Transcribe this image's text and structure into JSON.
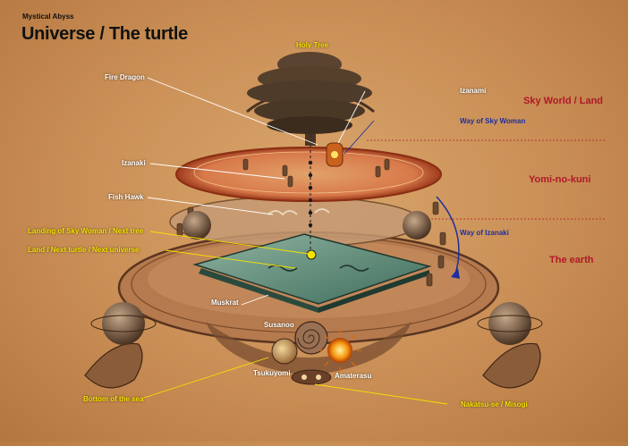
{
  "header": {
    "subtitle": "Mystical Abyss",
    "title": "Universe / The turtle"
  },
  "labels": {
    "holy_tree": "Holy Tree",
    "fire_dragon": "Fire Dragon",
    "izanami": "Izanami",
    "way_of_sky_woman": "Way of Sky Woman",
    "izanaki": "Izanaki",
    "fish_hawk": "Fish Hawk",
    "way_of_izanaki": "Way of Izanaki",
    "landing_of_sky_woman": "Landing of Sky Woman / Next tree",
    "land_next_turtle": "Land / Next turtle / Next universe",
    "muskrat": "Muskrat",
    "susanoo": "Susanoo",
    "tsukuyomi": "Tsukuyomi",
    "amaterasu": "Amaterasu",
    "bottom_of_sea": "Bottom of the sea",
    "nakatsu_se": "Nakatsu-se / Misogi"
  },
  "realms": {
    "sky_world": "Sky World / Land",
    "yomi": "Yomi-no-kuni",
    "earth": "The earth"
  },
  "colors": {
    "background": "#c98e55",
    "white_label": "#ffffff",
    "yellow_label": "#f4e200",
    "blue_label": "#1d2fa0",
    "realm_red": "#b0182a"
  }
}
